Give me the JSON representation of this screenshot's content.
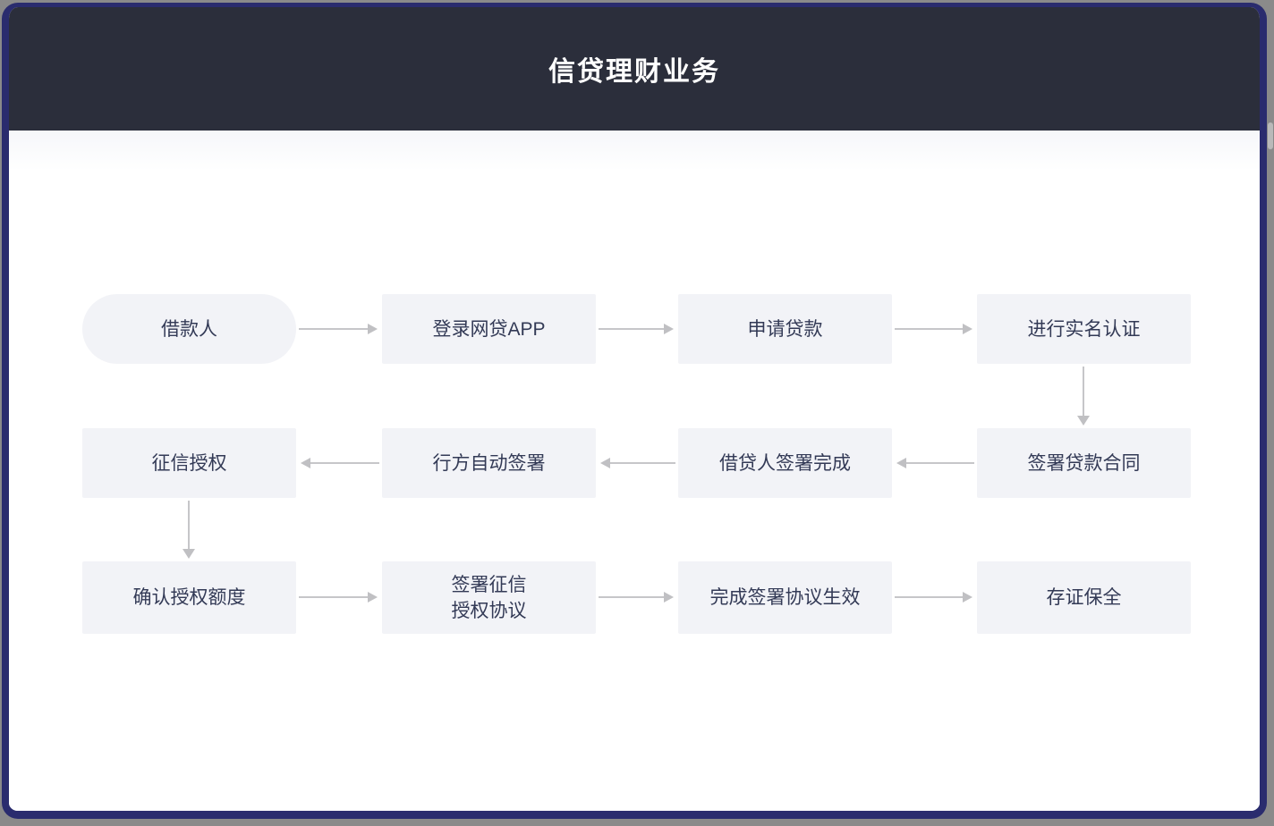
{
  "app": {
    "title": "信贷理财业务"
  },
  "colors": {
    "frame_border": "#2a2c6e",
    "header_bg": "#2b2e3b",
    "outer_bg": "#8a8a8a",
    "canvas_bg": "#ffffff",
    "node_bg": "#f2f3f7",
    "node_text": "#333a56",
    "arrow": "#c6c6c9",
    "title_text": "#ffffff"
  },
  "flowchart": {
    "nodes": [
      {
        "id": "borrower",
        "label": "借款人",
        "shape": "pill",
        "row": 1,
        "col": 1
      },
      {
        "id": "login-app",
        "label": "登录网贷APP",
        "shape": "rect",
        "row": 1,
        "col": 2
      },
      {
        "id": "apply-loan",
        "label": "申请贷款",
        "shape": "rect",
        "row": 1,
        "col": 3
      },
      {
        "id": "real-name-auth",
        "label": "进行实名认证",
        "shape": "rect",
        "row": 1,
        "col": 4
      },
      {
        "id": "credit-authorization",
        "label": "征信授权",
        "shape": "rect",
        "row": 2,
        "col": 1
      },
      {
        "id": "bank-auto-sign",
        "label": "行方自动签署",
        "shape": "rect",
        "row": 2,
        "col": 2
      },
      {
        "id": "borrower-sign-done",
        "label": "借贷人签署完成",
        "shape": "rect",
        "row": 2,
        "col": 3
      },
      {
        "id": "sign-loan-contract",
        "label": "签署贷款合同",
        "shape": "rect",
        "row": 2,
        "col": 4
      },
      {
        "id": "confirm-credit-limit",
        "label": "确认授权额度",
        "shape": "rect",
        "row": 3,
        "col": 1
      },
      {
        "id": "sign-credit-agreement",
        "label": "签署征信\n授权协议",
        "shape": "rect",
        "row": 3,
        "col": 2
      },
      {
        "id": "agreement-effective",
        "label": "完成签署协议生效",
        "shape": "rect",
        "row": 3,
        "col": 3
      },
      {
        "id": "evidence-preservation",
        "label": "存证保全",
        "shape": "rect",
        "row": 3,
        "col": 4
      }
    ],
    "edges": [
      {
        "from": "borrower",
        "to": "login-app",
        "direction": "right"
      },
      {
        "from": "login-app",
        "to": "apply-loan",
        "direction": "right"
      },
      {
        "from": "apply-loan",
        "to": "real-name-auth",
        "direction": "right"
      },
      {
        "from": "real-name-auth",
        "to": "sign-loan-contract",
        "direction": "down"
      },
      {
        "from": "sign-loan-contract",
        "to": "borrower-sign-done",
        "direction": "left"
      },
      {
        "from": "borrower-sign-done",
        "to": "bank-auto-sign",
        "direction": "left"
      },
      {
        "from": "bank-auto-sign",
        "to": "credit-authorization",
        "direction": "left"
      },
      {
        "from": "credit-authorization",
        "to": "confirm-credit-limit",
        "direction": "down"
      },
      {
        "from": "confirm-credit-limit",
        "to": "sign-credit-agreement",
        "direction": "right"
      },
      {
        "from": "sign-credit-agreement",
        "to": "agreement-effective",
        "direction": "right"
      },
      {
        "from": "agreement-effective",
        "to": "evidence-preservation",
        "direction": "right"
      }
    ]
  }
}
